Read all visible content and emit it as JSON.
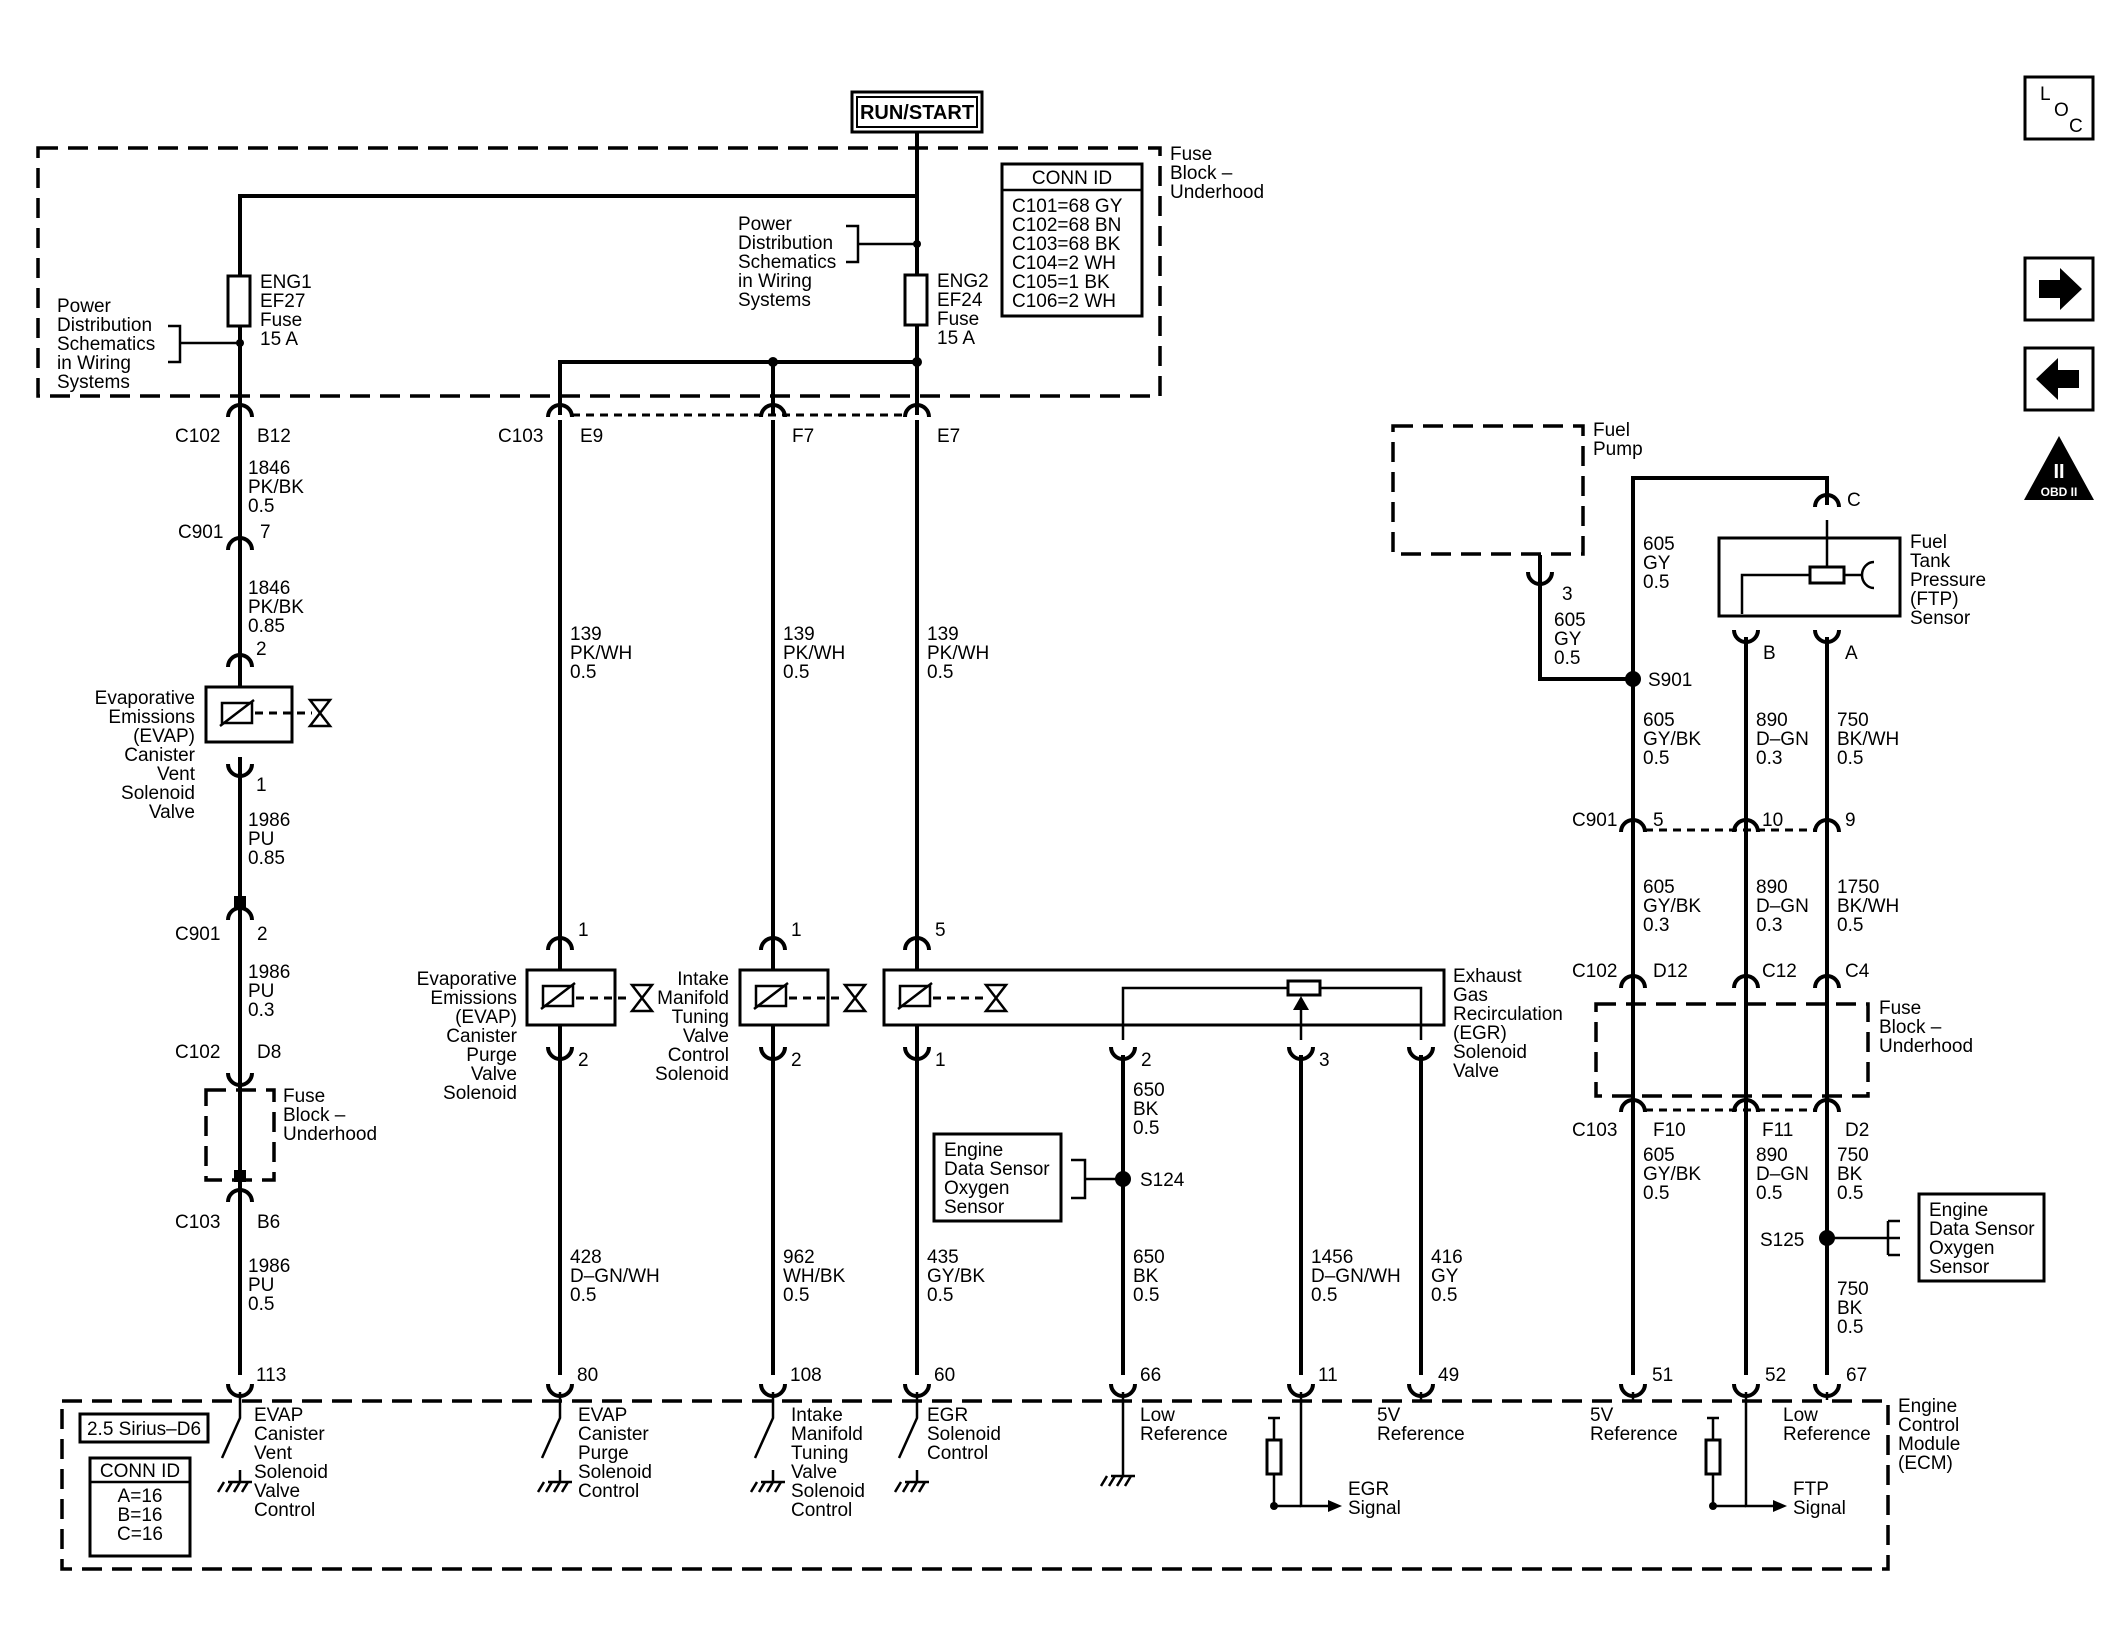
{
  "power": {
    "run_start": "RUN/START"
  },
  "conn_top": {
    "title": "CONN ID",
    "lines": [
      "C101=68 GY",
      "C102=68 BN",
      "C103=68 BK",
      "C104=2 WH",
      "C105=1 BK",
      "C106=2 WH"
    ]
  },
  "fuse_block": {
    "lines": [
      "Fuse",
      "Block –",
      "Underhood"
    ]
  },
  "power_dist": {
    "lines": [
      "Power",
      "Distribution",
      "Schematics",
      "in Wiring",
      "Systems"
    ]
  },
  "fuse1": {
    "lines": [
      "ENG1",
      "EF27",
      "Fuse",
      "15 A"
    ]
  },
  "fuse2": {
    "lines": [
      "ENG2",
      "EF24",
      "Fuse",
      "15 A"
    ]
  },
  "nav": {
    "loc": [
      "L",
      "O",
      "C"
    ],
    "obd": "OBD II",
    "obd_mark": "II"
  },
  "conn": {
    "c102_b12": [
      "C102",
      "B12"
    ],
    "c901_7": [
      "C901",
      "7"
    ],
    "c103_e9": [
      "C103",
      "E9"
    ],
    "f7": "F7",
    "e7": "E7",
    "c901_2": [
      "C901",
      "2"
    ],
    "c102_d8": [
      "C102",
      "D8"
    ],
    "c103_b6": [
      "C103",
      "B6"
    ],
    "pin2": "2",
    "pin1": "1",
    "pin5": "5",
    "ecm_113": "113",
    "ecm_80": "80",
    "ecm_108": "108",
    "ecm_60": "60",
    "ecm_66": "66",
    "ecm_11": "11",
    "ecm_49": "49",
    "ecm_51": "51",
    "ecm_52": "52",
    "ecm_67": "67",
    "fp_3": "3",
    "c_pin": "C",
    "b_pin": "B",
    "a_pin": "A",
    "c901_r": [
      "C901",
      "5",
      "10",
      "9"
    ],
    "c102_r": [
      "C102",
      "D12",
      "C12",
      "C4"
    ],
    "c103_r": [
      "C103",
      "F10",
      "F11",
      "D2"
    ],
    "egr_2": "2",
    "egr_3": "3",
    "s901": "S901",
    "s124": "S124",
    "s125": "S125"
  },
  "wires": {
    "w1846a": [
      "1846",
      "PK/BK",
      "0.5"
    ],
    "w1846b": [
      "1846",
      "PK/BK",
      "0.85"
    ],
    "w1986a": [
      "1986",
      "PU",
      "0.85"
    ],
    "w1986b": [
      "1986",
      "PU",
      "0.3"
    ],
    "w1986c": [
      "1986",
      "PU",
      "0.5"
    ],
    "w139a": [
      "139",
      "PK/WH",
      "0.5"
    ],
    "w139b": [
      "139",
      "PK/WH",
      "0.5"
    ],
    "w139c": [
      "139",
      "PK/WH",
      "0.5"
    ],
    "w428": [
      "428",
      "D–GN/WH",
      "0.5"
    ],
    "w962": [
      "962",
      "WH/BK",
      "0.5"
    ],
    "w435": [
      "435",
      "GY/BK",
      "0.5"
    ],
    "w650a": [
      "650",
      "BK",
      "0.5"
    ],
    "w650b": [
      "650",
      "BK",
      "0.5"
    ],
    "w1456": [
      "1456",
      "D–GN/WH",
      "0.5"
    ],
    "w416": [
      "416",
      "GY",
      "0.5"
    ],
    "w605fp": [
      "605",
      "GY",
      "0.5"
    ],
    "w605top": [
      "605",
      "GY",
      "0.5"
    ],
    "w605a": [
      "605",
      "GY/BK",
      "0.5"
    ],
    "w890a": [
      "890",
      "D–GN",
      "0.3"
    ],
    "w750a": [
      "750",
      "BK/WH",
      "0.5"
    ],
    "w605b": [
      "605",
      "GY/BK",
      "0.3"
    ],
    "w890b": [
      "890",
      "D–GN",
      "0.3"
    ],
    "w1750": [
      "1750",
      "BK/WH",
      "0.5"
    ],
    "w605c": [
      "605",
      "GY/BK",
      "0.5"
    ],
    "w890c": [
      "890",
      "D–GN",
      "0.5"
    ],
    "w750b": [
      "750",
      "BK",
      "0.5"
    ],
    "w750c": [
      "750",
      "BK",
      "0.5"
    ]
  },
  "components": {
    "evap_vent": [
      "Evaporative",
      "Emissions",
      "(EVAP)",
      "Canister",
      "Vent",
      "Solenoid",
      "Valve"
    ],
    "evap_purge": [
      "Evaporative",
      "Emissions",
      "(EVAP)",
      "Canister",
      "Purge",
      "Valve",
      "Solenoid"
    ],
    "intake": [
      "Intake",
      "Manifold",
      "Tuning",
      "Valve",
      "Control",
      "Solenoid"
    ],
    "egr": [
      "Exhaust",
      "Gas",
      "Recirculation",
      "(EGR)",
      "Solenoid",
      "Valve"
    ],
    "fuel_pump": [
      "Fuel",
      "Pump"
    ],
    "ftp": [
      "Fuel",
      "Tank",
      "Pressure",
      "(FTP)",
      "Sensor"
    ],
    "o2_left": [
      "Engine",
      "Data Sensor",
      "Oxygen",
      "Sensor"
    ],
    "o2_right": [
      "Engine",
      "Data Sensor",
      "Oxygen",
      "Sensor"
    ],
    "fuse_block_small": [
      "Fuse",
      "Block –",
      "Underhood"
    ],
    "fuse_block_right": [
      "Fuse",
      "Block –",
      "Underhood"
    ]
  },
  "ecm": {
    "engine": "2.5 Sirius–D6",
    "conn_title": "CONN ID",
    "conn_lines": [
      "A=16",
      "B=16",
      "C=16"
    ],
    "label": [
      "Engine",
      "Control",
      "Module",
      "(ECM)"
    ],
    "f_evap_vent": [
      "EVAP",
      "Canister",
      "Vent",
      "Solenoid",
      "Valve",
      "Control"
    ],
    "f_evap_purge": [
      "EVAP",
      "Canister",
      "Purge",
      "Solenoid",
      "Control"
    ],
    "f_intake": [
      "Intake",
      "Manifold",
      "Tuning",
      "Valve",
      "Solenoid",
      "Control"
    ],
    "f_egr_sol": [
      "EGR",
      "Solenoid",
      "Control"
    ],
    "f_low_ref": [
      "Low",
      "Reference"
    ],
    "f_5v_ref": [
      "5V",
      "Reference"
    ],
    "f_egr_sig": [
      "EGR",
      "Signal"
    ],
    "f_5v_ref_r": [
      "5V",
      "Reference"
    ],
    "f_low_ref_r": [
      "Low",
      "Reference"
    ],
    "f_ftp_sig": [
      "FTP",
      "Signal"
    ]
  }
}
